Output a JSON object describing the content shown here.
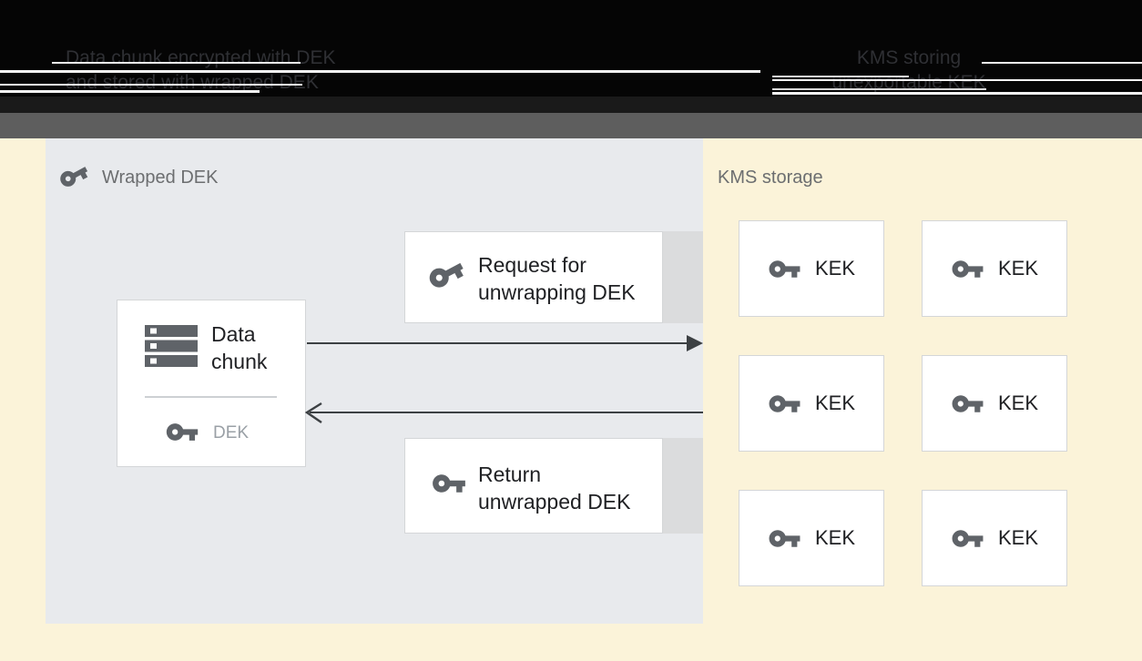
{
  "header": {
    "left_caption": [
      "Data chunk encrypted with DEK",
      "and stored with wrapped DEK"
    ],
    "right_caption": [
      "KMS storing",
      "unexportable KEK"
    ]
  },
  "wrapped_dek_panel": {
    "title": "Wrapped DEK",
    "data_chunk_box": {
      "label_lines": [
        "Data",
        "chunk"
      ],
      "key_label": "DEK"
    },
    "request_box": {
      "label_lines": [
        "Request for",
        "unwrapping DEK"
      ]
    },
    "return_box": {
      "label_lines": [
        "Return",
        "unwrapped DEK"
      ]
    }
  },
  "kms_panel": {
    "title": "KMS storage",
    "kek_labels": [
      "KEK",
      "KEK",
      "KEK",
      "KEK",
      "KEK",
      "KEK"
    ]
  },
  "icons": {
    "wrapped_dek_title": "key-icon",
    "data_chunk": "storage-icon",
    "dek": "key-icon",
    "request": "key-icon",
    "return": "key-icon",
    "kek": "key-icon"
  },
  "colors": {
    "page_background": "#fbf3d9",
    "panel_background": "#e8eaed",
    "box_background": "#ffffff",
    "box_border": "#d4d6d8",
    "box_shadow_strip": "#dbdcdd",
    "icon_gray": "#5f6368",
    "label_gray": "#6c6e70",
    "dek_label_gray": "#9aa0a6",
    "arrow": "#3c4043",
    "header_background": "#050505",
    "header_bar": "#5e5e5e",
    "header_text": "#2f3034",
    "text_dark": "#202124"
  }
}
